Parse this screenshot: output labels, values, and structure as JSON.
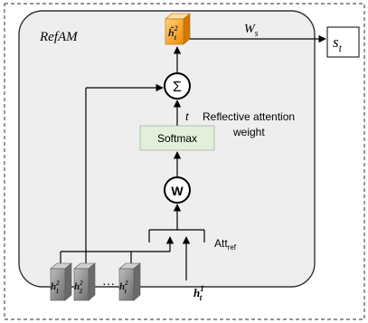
{
  "module_label": "RefAM",
  "output_node": {
    "label": "ĥ",
    "sub": "t",
    "sup": "2"
  },
  "weight_label": "W",
  "weight_sub": "s",
  "score_output": {
    "main": "s",
    "sub": "t"
  },
  "sum_symbol": "Σ",
  "attention_var": "t",
  "reflective_caption_line1": "Reflective attention",
  "reflective_caption_line2": "weight",
  "softmax_label": "Softmax",
  "w_node_label": "W",
  "att_label": "Att",
  "att_sub": "ref",
  "hidden_states": [
    {
      "main": "h",
      "sub": "1",
      "sup": "2"
    },
    {
      "main": "h",
      "sub": "2",
      "sup": "2"
    },
    {
      "main": "h",
      "sub": "t",
      "sup": "2"
    }
  ],
  "ellipsis": "···",
  "input_state": {
    "main": "h",
    "sub": "t",
    "sup": "1"
  },
  "colors": {
    "panel_fill": "#eeeeee",
    "softmax_fill": "#e2efd9",
    "output_node": "#f5a623",
    "hidden_cube": "#8a8a8a",
    "dashed_border": "#555555"
  }
}
